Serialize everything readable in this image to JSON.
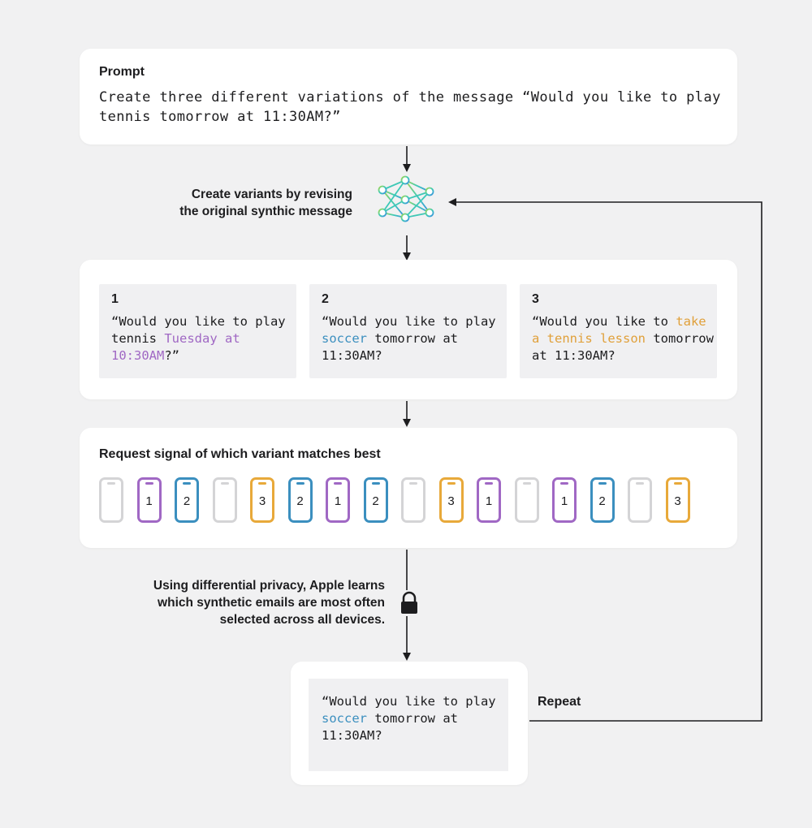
{
  "prompt": {
    "title": "Prompt",
    "text": "Create three different variations of the message “Would you like to play tennis tomorrow at 11:30AM?”"
  },
  "step_label": {
    "line1": "Create variants by revising",
    "line2": "the original synthic message"
  },
  "variants": [
    {
      "number": "1",
      "pre": "“Would you like to play tennis ",
      "highlight": "Tuesday at 10:30AM",
      "post": "?”",
      "color": "#a068c4"
    },
    {
      "number": "2",
      "pre": "“Would you like to play ",
      "highlight": "soccer",
      "post": " tomorrow at 11:30AM?",
      "color": "#3b8fbf"
    },
    {
      "number": "3",
      "pre": "“Would you like to ",
      "highlight": "take a tennis lesson",
      "post": " tomorrow at 11:30AM?",
      "color": "#e0a03a"
    }
  ],
  "signal": {
    "title": "Request signal of which variant matches best",
    "phones": [
      "",
      "1",
      "2",
      "",
      "3",
      "2",
      "1",
      "2",
      "",
      "3",
      "1",
      "",
      "1",
      "2",
      "",
      "3"
    ]
  },
  "colors": {
    "1": "#a068c4",
    "2": "#3b8fbf",
    "3": "#e8a93a",
    "empty": "#d4d4d6"
  },
  "privacy_label": {
    "line1": "Using differential privacy, Apple learns",
    "line2": "which synthetic emails are most often",
    "line3": "selected across all devices."
  },
  "result": {
    "pre": "“Would you like to play ",
    "highlight": "soccer",
    "post": " tomorrow at 11:30AM?",
    "color": "#3b8fbf"
  },
  "repeat_label": "Repeat",
  "icons": {
    "network": "neural-network-icon",
    "lock": "lock-icon"
  }
}
